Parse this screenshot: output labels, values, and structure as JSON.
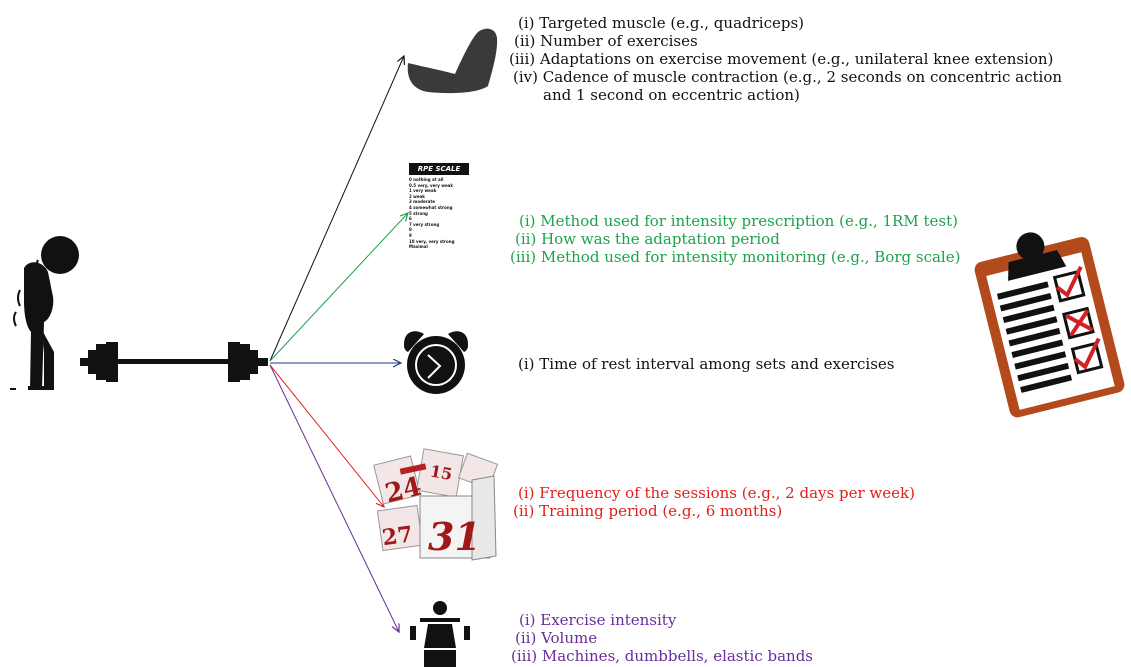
{
  "colors": {
    "muscle": "#111111",
    "intensity": "#1aa34a",
    "rest": "#1f3a7a",
    "frequency": "#e0201b",
    "equipment": "#6a2c9a",
    "clipboard": "#b24a1c",
    "check": "#d42020"
  },
  "icons": [
    "person-stooped-icon",
    "barbell-icon",
    "flexed-arm-icon",
    "rpe-scale-icon",
    "alarm-clock-icon",
    "calendar-icon",
    "machine-user-icon",
    "clipboard-checklist-icon"
  ],
  "rpe_scale": {
    "title": "RPE SCALE",
    "rows": [
      "0   nothing at all",
      "0.5  very, very weak",
      "1   very weak",
      "2   weak",
      "3   moderate",
      "4   somewhat strong",
      "5   strong",
      "6",
      "7   very strong",
      "8",
      "9",
      "10  very, very strong",
      "Maximal"
    ]
  },
  "groups": [
    {
      "id": "muscle",
      "items": [
        "(i) Targeted muscle (e.g., quadriceps)",
        "(ii) Number of exercises",
        "(iii) Adaptations on exercise movement (e.g., unilateral knee extension)",
        "(iv) Cadence of muscle contraction (e.g., 2 seconds on concentric action",
        "and 1 second on eccentric action)"
      ]
    },
    {
      "id": "intensity",
      "items": [
        "(i) Method used for intensity prescription (e.g., 1RM test)",
        "(ii) How was the adaptation period",
        "(iii) Method used for intensity monitoring (e.g., Borg scale)"
      ]
    },
    {
      "id": "rest",
      "items": [
        "(i) Time of rest interval among sets and exercises"
      ]
    },
    {
      "id": "frequency",
      "items": [
        "(i) Frequency of the sessions (e.g., 2 days per week)",
        "(ii) Training period (e.g., 6 months)"
      ]
    },
    {
      "id": "equipment",
      "items": [
        "(i) Exercise intensity",
        "(ii) Volume",
        "(iii) Machines, dumbbells, elastic bands"
      ]
    }
  ]
}
